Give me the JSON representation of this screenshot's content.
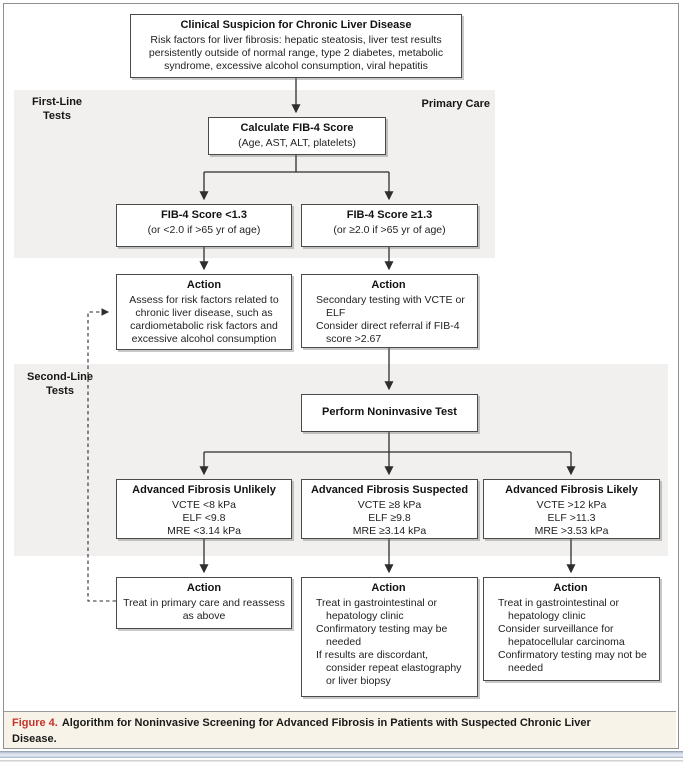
{
  "colors": {
    "figure_red": "#c5332b",
    "band_gray": "#f1f0ee",
    "caption_bg": "#f7f3e9",
    "line_dark": "#2e2e2e"
  },
  "regions": {
    "first_line": "First-Line\nTests",
    "primary_care": "Primary Care",
    "second_line": "Second-Line\nTests"
  },
  "boxes": {
    "clinical": {
      "title": "Clinical Suspicion for Chronic Liver Disease",
      "body": "Risk factors for liver fibrosis: hepatic steatosis, liver test results persistently outside of normal range, type 2 diabetes, metabolic syndrome, excessive alcohol consumption, viral hepatitis"
    },
    "calc_fib4": {
      "title": "Calculate FIB-4 Score",
      "body": "(Age, AST, ALT, platelets)"
    },
    "fib4_low": {
      "title": "FIB-4 Score <1.3",
      "body": "(or <2.0 if >65 yr of age)"
    },
    "fib4_high": {
      "title": "FIB-4 Score ≥1.3",
      "body": "(or ≥2.0 if >65 yr of age)"
    },
    "action_assess": {
      "title": "Action",
      "body": "Assess for risk factors related to chronic liver disease, such as cardiometabolic risk factors and excessive alcohol consumption"
    },
    "action_secondary": {
      "title": "Action",
      "items": [
        "Secondary testing with VCTE or ELF",
        "Consider direct referral if FIB-4 score >2.67"
      ]
    },
    "perform": {
      "title": "Perform Noninvasive Test"
    },
    "fibrosis_unlikely": {
      "title": "Advanced Fibrosis Unlikely",
      "lines": [
        "VCTE <8 kPa",
        "ELF <9.8",
        "MRE <3.14 kPa"
      ]
    },
    "fibrosis_suspected": {
      "title": "Advanced Fibrosis Suspected",
      "lines": [
        "VCTE ≥8 kPa",
        "ELF ≥9.8",
        "MRE ≥3.14 kPa"
      ]
    },
    "fibrosis_likely": {
      "title": "Advanced Fibrosis Likely",
      "lines": [
        "VCTE >12 kPa",
        "ELF >11.3",
        "MRE >3.53 kPa"
      ]
    },
    "action_primary_care": {
      "title": "Action",
      "body": "Treat in primary care and reassess as above"
    },
    "action_gi_suspected": {
      "title": "Action",
      "items": [
        "Treat in gastrointestinal or hepatology clinic",
        "Confirmatory testing may be needed",
        "If results are discordant, consider repeat elastography or liver biopsy"
      ]
    },
    "action_gi_likely": {
      "title": "Action",
      "items": [
        "Treat in gastrointestinal or hepatology clinic",
        "Consider surveillance for hepatocellular carcinoma",
        "Confirmatory testing may not be needed"
      ]
    }
  },
  "caption": {
    "label": "Figure 4.",
    "text": "Algorithm for Noninvasive Screening for Advanced Fibrosis in Patients with Suspected Chronic Liver Disease."
  }
}
